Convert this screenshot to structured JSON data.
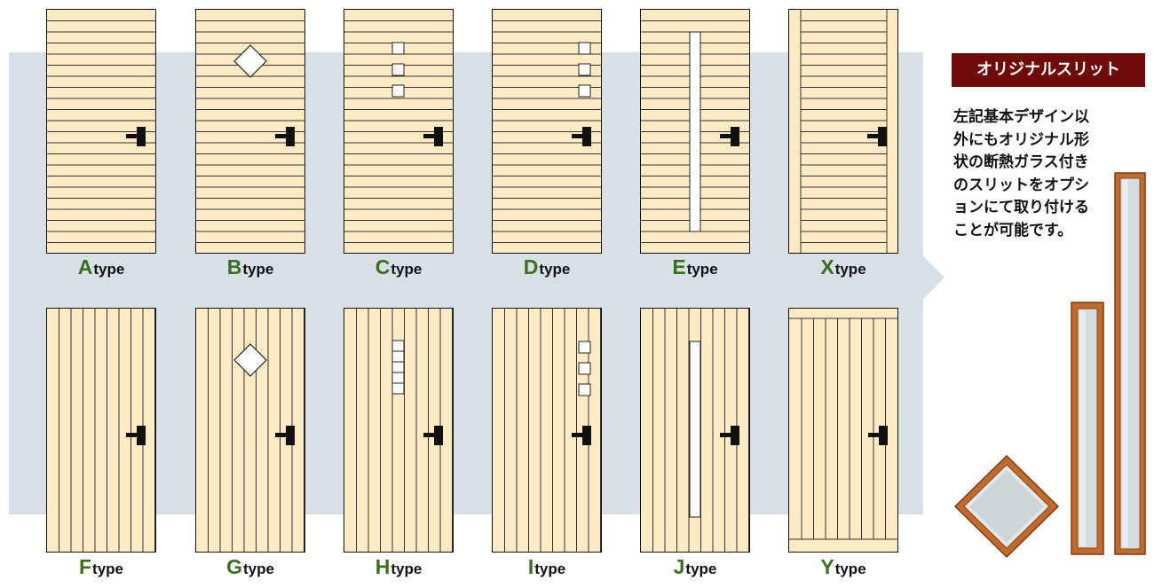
{
  "doors": [
    {
      "letter": "A",
      "suffix": "type",
      "pattern": "horizontal",
      "slit": "none"
    },
    {
      "letter": "B",
      "suffix": "type",
      "pattern": "horizontal",
      "slit": "diamond"
    },
    {
      "letter": "C",
      "suffix": "type",
      "pattern": "horizontal",
      "slit": "squares-center"
    },
    {
      "letter": "D",
      "suffix": "type",
      "pattern": "horizontal",
      "slit": "squares-right"
    },
    {
      "letter": "E",
      "suffix": "type",
      "pattern": "horizontal",
      "slit": "long"
    },
    {
      "letter": "X",
      "suffix": "type",
      "pattern": "horizontal-framed",
      "slit": "none"
    },
    {
      "letter": "F",
      "suffix": "type",
      "pattern": "vertical",
      "slit": "none"
    },
    {
      "letter": "G",
      "suffix": "type",
      "pattern": "vertical",
      "slit": "diamond"
    },
    {
      "letter": "H",
      "suffix": "type",
      "pattern": "vertical",
      "slit": "stack-center"
    },
    {
      "letter": "I",
      "suffix": "type",
      "pattern": "vertical",
      "slit": "squares-right"
    },
    {
      "letter": "J",
      "suffix": "type",
      "pattern": "vertical",
      "slit": "long"
    },
    {
      "letter": "Y",
      "suffix": "type",
      "pattern": "vertical-framed",
      "slit": "none"
    }
  ],
  "side_panel": {
    "title": "オリジナルスリット",
    "description": "左記基本デザイン以外にもオリジナル形状の断熱ガラス付きのスリットをオプションにて取り付けることが可能です。"
  },
  "colors": {
    "door_fill": "#fdebc4",
    "band": "#d6e0e6",
    "letter": "#3a6f1e",
    "title_bg": "#6e0b08",
    "frame_wood": "#c26a2c"
  },
  "icons": [
    "door-handle-icon",
    "diamond-slit-icon",
    "square-slit-icon",
    "long-slit-icon"
  ]
}
